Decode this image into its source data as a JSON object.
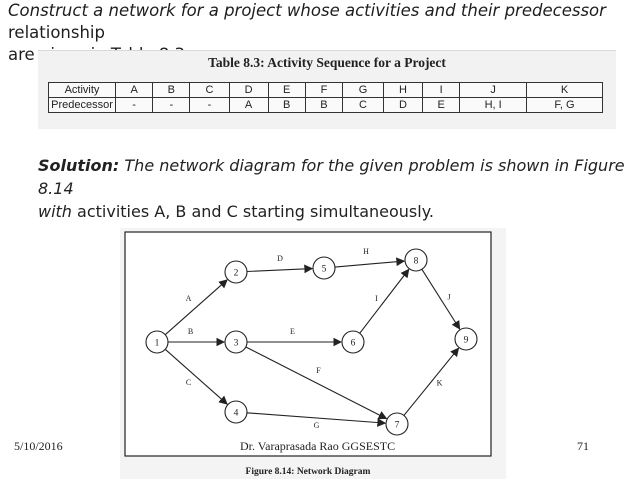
{
  "intro": {
    "line1_italic": "Construct a network for a project whose activities and their predecessor",
    "line1_rest": " relationship",
    "line2": "are given in Table 8.3."
  },
  "table": {
    "title": "Table 8.3: Activity Sequence for a Project",
    "rows": [
      {
        "head": "Activity",
        "cells": [
          "A",
          "B",
          "C",
          "D",
          "E",
          "F",
          "G",
          "H",
          "I",
          "J",
          "K"
        ]
      },
      {
        "head": "Predecessor",
        "cells": [
          "-",
          "-",
          "-",
          "A",
          "B",
          "B",
          "C",
          "D",
          "E",
          "H, I",
          "F, G"
        ]
      }
    ]
  },
  "solution": {
    "label": "Solution:",
    "text_italic": " The network diagram for the given problem is shown in Figure 8.14",
    "line2_italic": "with",
    "line2_rest": " activities A, B and C starting simultaneously."
  },
  "diagram": {
    "caption": "Figure 8.14: Network Diagram",
    "nodes": [
      {
        "id": "1",
        "label": "1"
      },
      {
        "id": "2",
        "label": "2"
      },
      {
        "id": "3",
        "label": "3"
      },
      {
        "id": "4",
        "label": "4"
      },
      {
        "id": "5",
        "label": "5"
      },
      {
        "id": "6",
        "label": "6"
      },
      {
        "id": "7",
        "label": "7"
      },
      {
        "id": "8",
        "label": "8"
      },
      {
        "id": "9",
        "label": "9"
      }
    ],
    "edges": [
      {
        "from": "1",
        "to": "2",
        "label": "A"
      },
      {
        "from": "1",
        "to": "3",
        "label": "B"
      },
      {
        "from": "1",
        "to": "4",
        "label": "C"
      },
      {
        "from": "2",
        "to": "5",
        "label": "D"
      },
      {
        "from": "3",
        "to": "6",
        "label": "E"
      },
      {
        "from": "3",
        "to": "7",
        "label": "F"
      },
      {
        "from": "4",
        "to": "7",
        "label": "G"
      },
      {
        "from": "5",
        "to": "8",
        "label": "H"
      },
      {
        "from": "6",
        "to": "8",
        "label": "I"
      },
      {
        "from": "8",
        "to": "9",
        "label": "J"
      },
      {
        "from": "7",
        "to": "9",
        "label": "K"
      }
    ]
  },
  "footer": {
    "date": "5/10/2016",
    "author": "Dr. Varaprasada Rao GGSESTC",
    "page": "71"
  }
}
